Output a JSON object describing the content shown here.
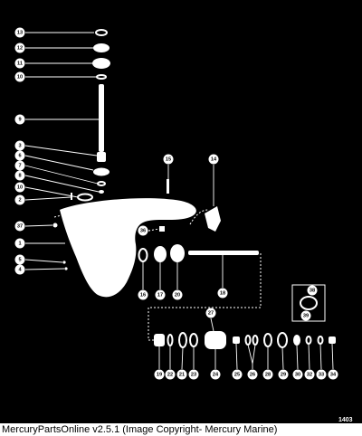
{
  "diagram": {
    "figure_number": "1403",
    "callouts": [
      {
        "id": "c13",
        "label": "13"
      },
      {
        "id": "c12",
        "label": "12"
      },
      {
        "id": "c11",
        "label": "11"
      },
      {
        "id": "c10a",
        "label": "10"
      },
      {
        "id": "c9",
        "label": "9"
      },
      {
        "id": "c3",
        "label": "3"
      },
      {
        "id": "c6",
        "label": "6"
      },
      {
        "id": "c7",
        "label": "7"
      },
      {
        "id": "c8",
        "label": "8"
      },
      {
        "id": "c10b",
        "label": "10"
      },
      {
        "id": "c2",
        "label": "2"
      },
      {
        "id": "c37",
        "label": "37"
      },
      {
        "id": "c1",
        "label": "1"
      },
      {
        "id": "c5",
        "label": "5"
      },
      {
        "id": "c4",
        "label": "4"
      },
      {
        "id": "c15",
        "label": "15"
      },
      {
        "id": "c14",
        "label": "14"
      },
      {
        "id": "c36",
        "label": "36"
      },
      {
        "id": "c16",
        "label": "16"
      },
      {
        "id": "c17",
        "label": "17"
      },
      {
        "id": "c20",
        "label": "20"
      },
      {
        "id": "c18",
        "label": "18"
      },
      {
        "id": "c38",
        "label": "38"
      },
      {
        "id": "c39",
        "label": "39"
      },
      {
        "id": "c27",
        "label": "27"
      },
      {
        "id": "c19",
        "label": "19"
      },
      {
        "id": "c22",
        "label": "22"
      },
      {
        "id": "c21",
        "label": "21"
      },
      {
        "id": "c23",
        "label": "23"
      },
      {
        "id": "c24",
        "label": "24"
      },
      {
        "id": "c25",
        "label": "25"
      },
      {
        "id": "c26",
        "label": "26"
      },
      {
        "id": "c28",
        "label": "28"
      },
      {
        "id": "c29",
        "label": "29"
      },
      {
        "id": "c30",
        "label": "30"
      },
      {
        "id": "c32",
        "label": "32"
      },
      {
        "id": "c33",
        "label": "33"
      },
      {
        "id": "c34",
        "label": "34"
      }
    ]
  },
  "caption": "MercuryPartsOnline v2.5.1 (Image Copyright- Mercury Marine)"
}
